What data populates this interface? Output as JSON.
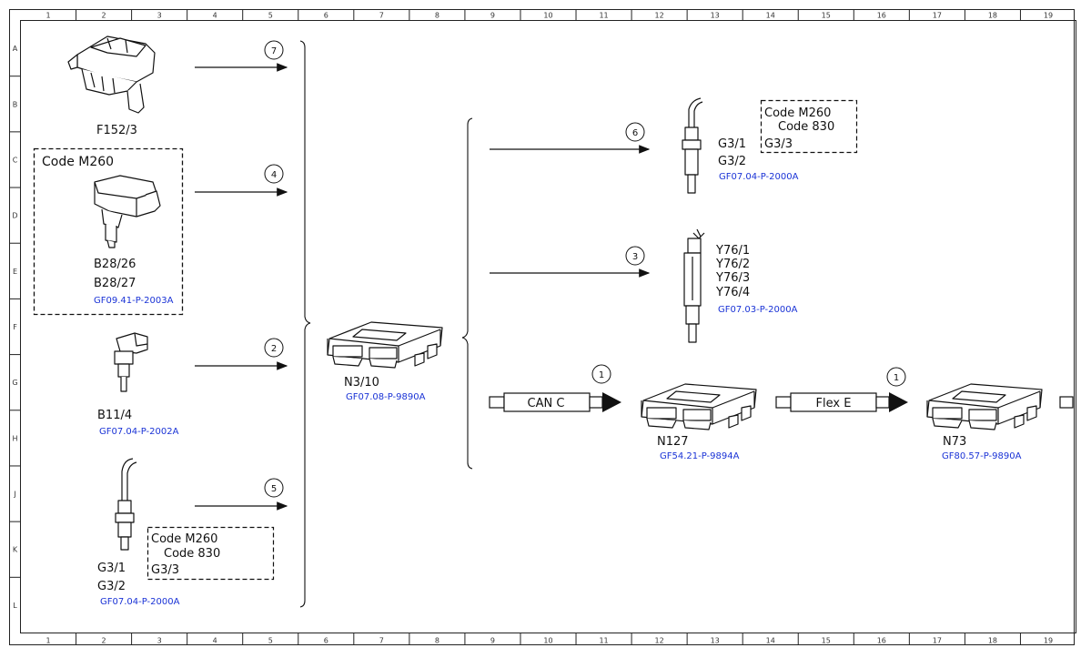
{
  "grid": {
    "columns": [
      "1",
      "2",
      "3",
      "4",
      "5",
      "6",
      "7",
      "8",
      "9",
      "10",
      "11",
      "12",
      "13",
      "14",
      "15",
      "16",
      "17",
      "18",
      "19"
    ],
    "rows": [
      "A",
      "B",
      "C",
      "D",
      "E",
      "F",
      "G",
      "H",
      "J",
      "K",
      "L"
    ]
  },
  "components": {
    "f152": {
      "label": "F152/3"
    },
    "b28": {
      "code": "Code M260",
      "label1": "B28/26",
      "label2": "B28/27",
      "ref": "GF09.41-P-2003A"
    },
    "b11": {
      "label": "B11/4",
      "ref": "GF07.04-P-2002A"
    },
    "g3_left": {
      "label1": "G3/1",
      "label2": "G3/2",
      "ref": "GF07.04-P-2000A",
      "box_line1": "Code M260",
      "box_line2": "Code 830",
      "box_line3": "G3/3"
    },
    "n3": {
      "label": "N3/10",
      "ref": "GF07.08-P-9890A"
    },
    "g3_right": {
      "label1": "G3/1",
      "label2": "G3/2",
      "ref": "GF07.04-P-2000A",
      "box_line1": "Code M260",
      "box_line2": "Code 830",
      "box_line3": "G3/3"
    },
    "y76": {
      "label1": "Y76/1",
      "label2": "Y76/2",
      "label3": "Y76/3",
      "label4": "Y76/4",
      "ref": "GF07.03-P-2000A"
    },
    "n127": {
      "label": "N127",
      "ref": "GF54.21-P-9894A"
    },
    "n73": {
      "label": "N73",
      "ref": "GF80.57-P-9890A"
    }
  },
  "arrows": {
    "a7": "7",
    "a4": "4",
    "a2": "2",
    "a5": "5",
    "a6": "6",
    "a3": "3",
    "a1a": "1",
    "a1b": "1"
  },
  "buses": {
    "can": "CAN C",
    "flex": "Flex E"
  },
  "colors": {
    "ref_link": "#1a33d6",
    "line": "#111111"
  }
}
